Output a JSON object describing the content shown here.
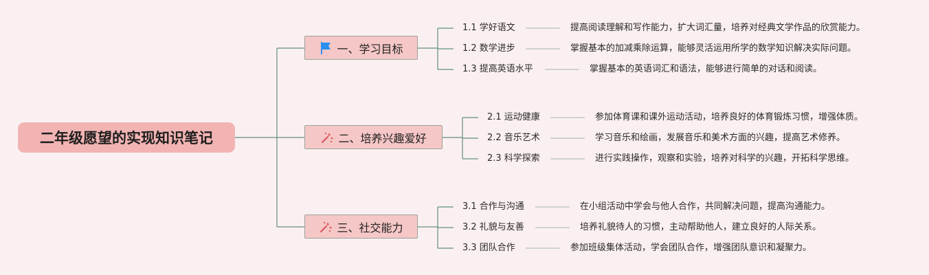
{
  "title": "二年级愿望的实现知识笔记",
  "colors": {
    "line": "#5f8f7f",
    "root_bg": "#f2b4b3",
    "branch_bg": "#f5c7c6",
    "flag": "#2a8ff0",
    "sparkle": "#e0505a"
  },
  "branches": [
    {
      "label": "一、学习目标",
      "icon": "flag-icon",
      "items": [
        {
          "label": "1.1 学好语文",
          "desc": "提高阅读理解和写作能力，扩大词汇量，培养对经典文学作品的欣赏能力。"
        },
        {
          "label": "1.2 数学进步",
          "desc": "掌握基本的加减乘除运算，能够灵活运用所学的数学知识解决实际问题。"
        },
        {
          "label": "1.3 提高英语水平",
          "desc": "掌握基本的英语词汇和语法，能够进行简单的对话和阅读。"
        }
      ]
    },
    {
      "label": "二、培养兴趣爱好",
      "icon": "sparkle-icon",
      "items": [
        {
          "label": "2.1 运动健康",
          "desc": "参加体育课和课外运动活动，培养良好的体育锻炼习惯，增强体质。"
        },
        {
          "label": "2.2 音乐艺术",
          "desc": "学习音乐和绘画，发展音乐和美术方面的兴趣，提高艺术修养。"
        },
        {
          "label": "2.3 科学探索",
          "desc": "进行实践操作，观察和实验，培养对科学的兴趣，开拓科学思维。"
        }
      ]
    },
    {
      "label": "三、社交能力",
      "icon": "sparkle-icon",
      "items": [
        {
          "label": "3.1 合作与沟通",
          "desc": "在小组活动中学会与他人合作，共同解决问题，提高沟通能力。"
        },
        {
          "label": "3.2 礼貌与友善",
          "desc": "培养礼貌待人的习惯，主动帮助他人，建立良好的人际关系。"
        },
        {
          "label": "3.3 团队合作",
          "desc": "参加班级集体活动，学会团队合作，增强团队意识和凝聚力。"
        }
      ]
    }
  ]
}
